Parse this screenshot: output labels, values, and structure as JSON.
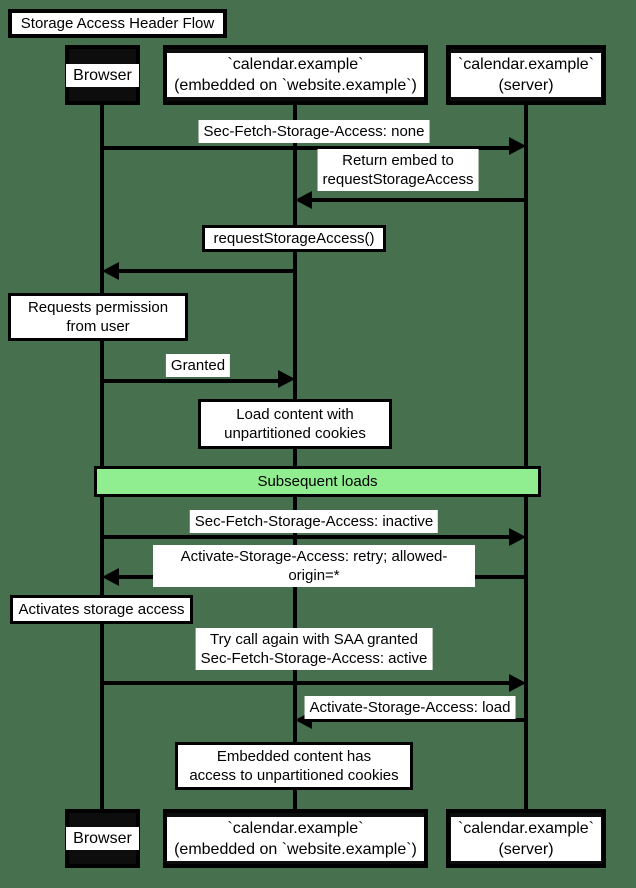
{
  "title": "Storage Access Header Flow",
  "colors": {
    "background": "#47704E",
    "band_fill": "#90EE90",
    "box_fill": "#FFFFFF",
    "actor_fill": "#0D0D0D",
    "line": "#000000"
  },
  "actors": [
    {
      "id": "browser",
      "label": "Browser"
    },
    {
      "id": "calendar-embed",
      "label": "`calendar.example`\n(embedded on `website.example`)"
    },
    {
      "id": "calendar-server",
      "label": "`calendar.example`\n(server)"
    }
  ],
  "messages": [
    {
      "label": "Sec-Fetch-Storage-Access: none",
      "from": "browser",
      "to": "calendar-server",
      "direction": "right"
    },
    {
      "label": "Return embed to\nrequestStorageAccess",
      "from": "calendar-server",
      "to": "calendar-embed",
      "direction": "left"
    },
    {
      "label": "requestStorageAccess()",
      "from": "calendar-embed",
      "to": "browser",
      "direction": "left"
    },
    {
      "label": "Granted",
      "from": "browser",
      "to": "calendar-embed",
      "direction": "right"
    },
    {
      "label": "Sec-Fetch-Storage-Access: inactive",
      "from": "browser",
      "to": "calendar-server",
      "direction": "right"
    },
    {
      "label": "Activate-Storage-Access: retry; allowed-origin=*",
      "from": "calendar-server",
      "to": "browser",
      "direction": "left"
    },
    {
      "label": "Try call again with SAA granted\nSec-Fetch-Storage-Access: active",
      "from": "browser",
      "to": "calendar-server",
      "direction": "right"
    },
    {
      "label": "Activate-Storage-Access: load",
      "from": "calendar-server",
      "to": "calendar-embed",
      "direction": "left"
    }
  ],
  "notes": [
    {
      "label": "Requests permission\nfrom user",
      "over": "browser"
    },
    {
      "label": "Load content with\nunpartitioned cookies",
      "over": "calendar-embed"
    },
    {
      "label": "Activates storage access",
      "over": "browser"
    },
    {
      "label": "Embedded content has\naccess to unpartitioned cookies",
      "over": "calendar-embed"
    }
  ],
  "band": {
    "label": "Subsequent loads"
  }
}
